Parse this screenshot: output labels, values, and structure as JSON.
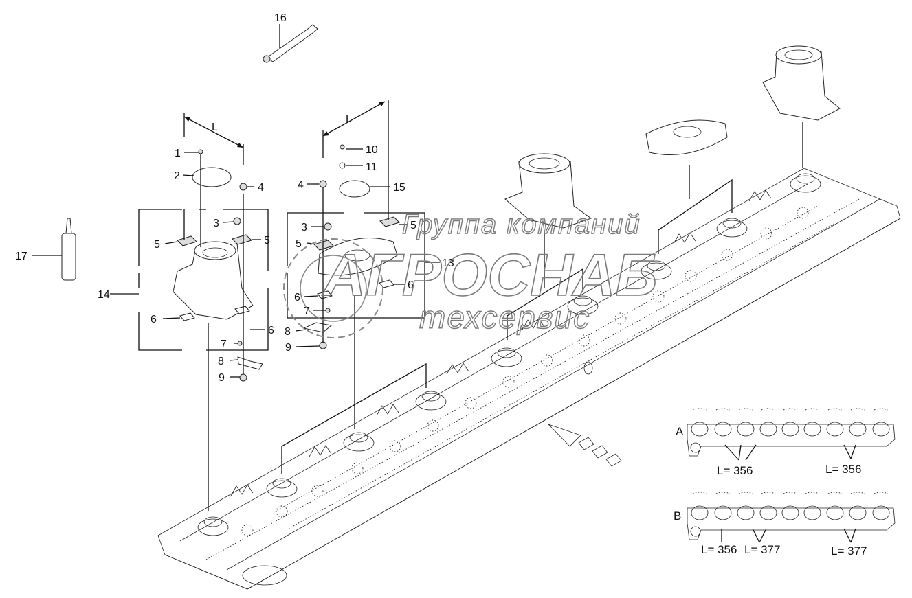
{
  "callouts": {
    "p1": "1",
    "p2": "2",
    "p3a": "3",
    "p3b": "3",
    "p4a": "4",
    "p4b": "4",
    "p5a": "5",
    "p5b": "5",
    "p5c": "5",
    "p5d": "5",
    "p6a": "6",
    "p6b": "6",
    "p6c": "6",
    "p6d": "6",
    "p7a": "7",
    "p7b": "7",
    "p8a": "8",
    "p8b": "8",
    "p9a": "9",
    "p9b": "9",
    "p10": "10",
    "p11": "11",
    "p13": "13",
    "p14": "14",
    "p15": "15",
    "p16": "16",
    "p17": "17"
  },
  "dimension": {
    "l1": "L",
    "l2": "L"
  },
  "watermark": {
    "line1": "Группа компаний",
    "line2": "АГРОСНАБ",
    "line3": "техсервис"
  },
  "inset_a": {
    "letter": "A",
    "len1": "L= 356",
    "len2": "L= 356"
  },
  "inset_b": {
    "letter": "B",
    "len1": "L= 356",
    "len2": "L= 377",
    "len3": "L= 377"
  }
}
